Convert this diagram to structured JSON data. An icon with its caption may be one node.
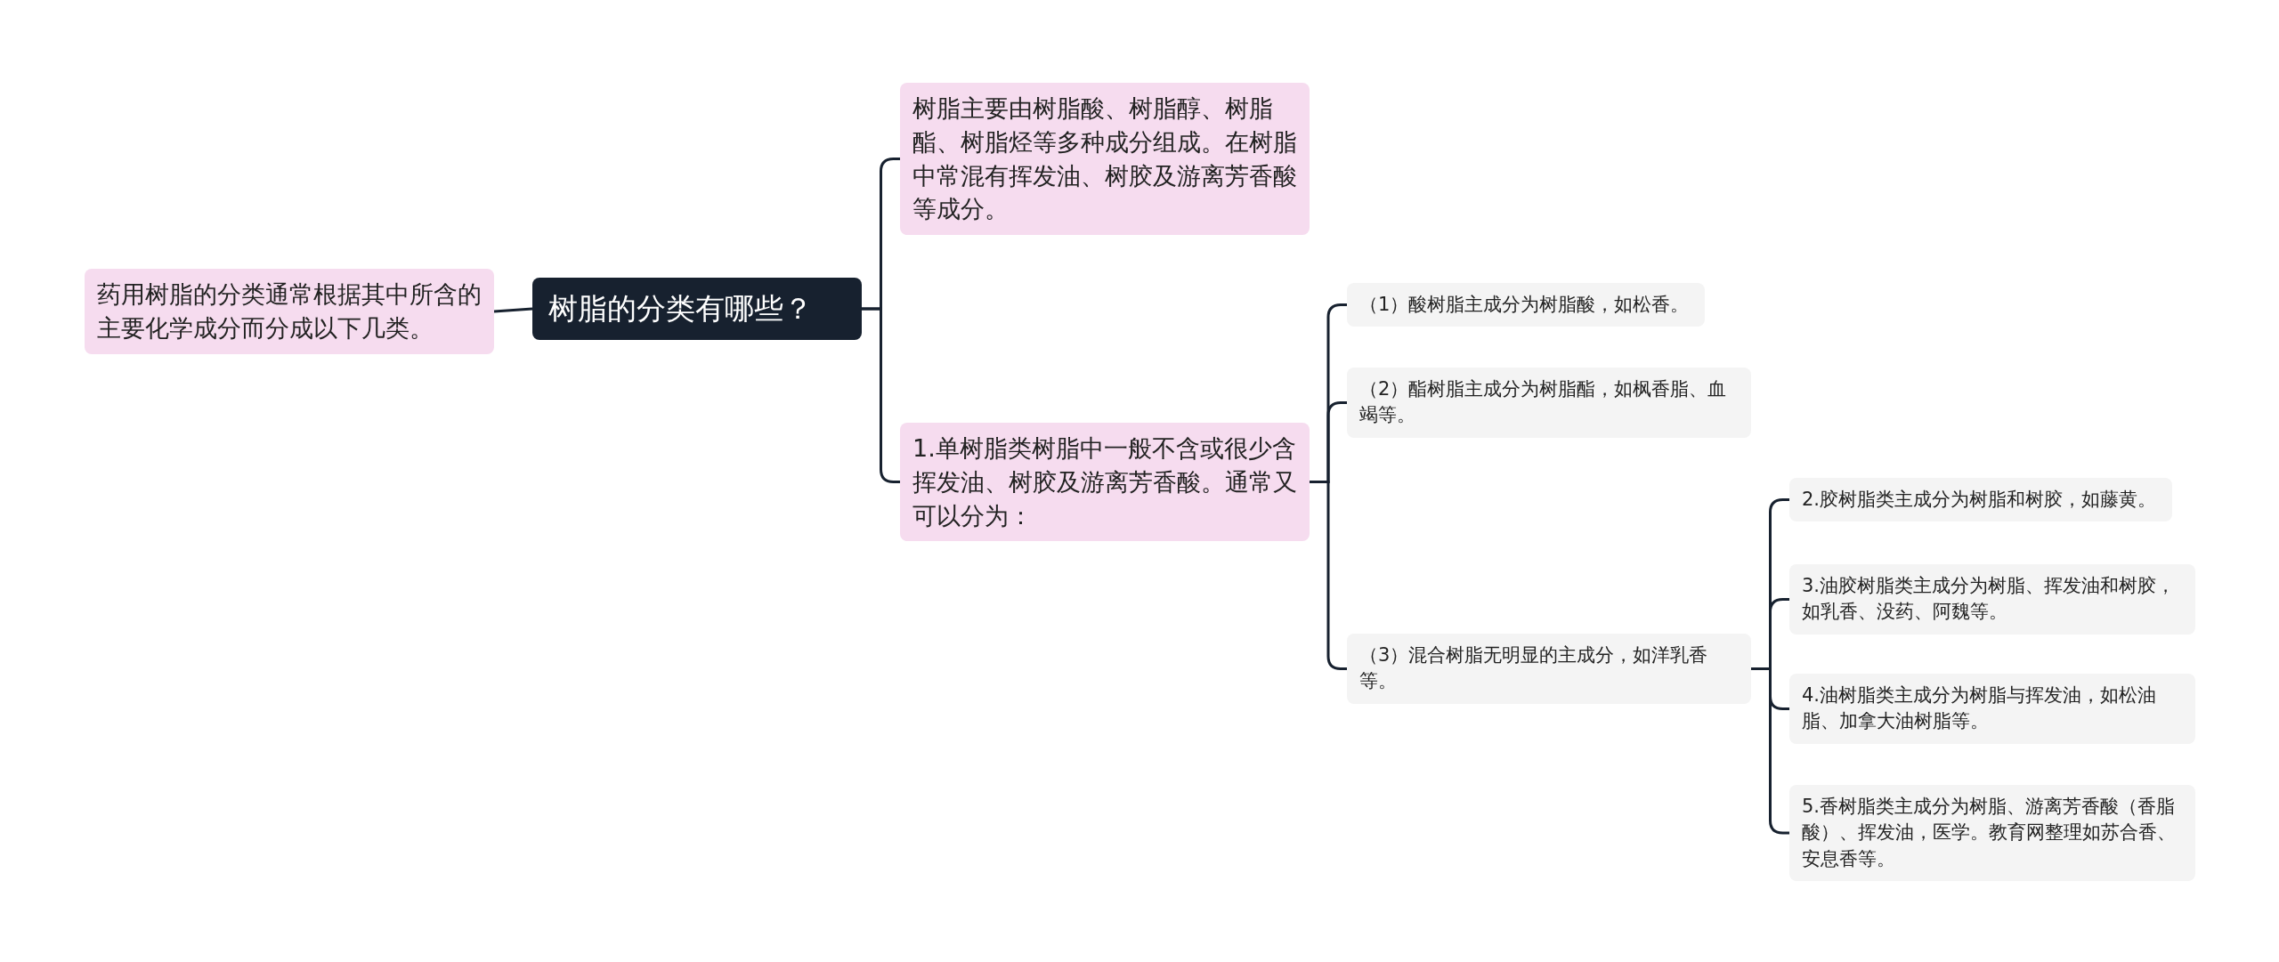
{
  "diagram": {
    "nodes": [
      {
        "text": [
          "树脂的分类有哪些？"
        ]
      },
      {
        "text": [
          "药用树脂的分类通常根据其中所含的主要化学成分而分成以下几类。"
        ]
      },
      {
        "text": [
          "树脂主要由树脂酸、树脂醇、树脂酯、树脂烃等多种成分组成。在树脂中常混有挥发油、树胶及游离芳香酸等成分。"
        ]
      },
      {
        "text": [
          "1.单树脂类树脂中一般不含或很少含挥发油、树胶及游离芳香酸。通常又可以分为："
        ]
      },
      {
        "text": [
          "（1）酸树脂主成分为树脂酸，如松香。"
        ]
      },
      {
        "text": [
          "（2）酯树脂主成分为树脂酯，如枫香脂、血竭等。"
        ]
      },
      {
        "text": [
          "（3）混合树脂无明显的主成分，如洋乳香等。"
        ]
      },
      {
        "text": [
          "2.胶树脂类主成分为树脂和树胶，如藤黄。"
        ]
      },
      {
        "text": [
          "3.油胶树脂类主成分为树脂、挥发油和树胶，如乳香、没药、阿魏等。"
        ]
      },
      {
        "text": [
          "4.油树脂类主成分为树脂与挥发油，如松油脂、加拿大油树脂等。"
        ]
      },
      {
        "text": [
          "5.香树脂类主成分为树脂、游离芳香酸（香脂酸）、挥发油，医学。教育网整理如苏合香、安息香等。"
        ]
      }
    ],
    "edges": [
      {
        "from": 0,
        "to": 1,
        "arrow": "none"
      },
      {
        "from": 0,
        "to": 2,
        "arrow": "none"
      },
      {
        "from": 0,
        "to": 3,
        "arrow": "none"
      },
      {
        "from": 3,
        "to": 4,
        "arrow": "none"
      },
      {
        "from": 3,
        "to": 5,
        "arrow": "none"
      },
      {
        "from": 3,
        "to": 6,
        "arrow": "none"
      },
      {
        "from": 6,
        "to": 7,
        "arrow": "none"
      },
      {
        "from": 6,
        "to": 8,
        "arrow": "none"
      },
      {
        "from": 6,
        "to": 9,
        "arrow": "none"
      },
      {
        "from": 6,
        "to": 10,
        "arrow": "none"
      }
    ]
  }
}
